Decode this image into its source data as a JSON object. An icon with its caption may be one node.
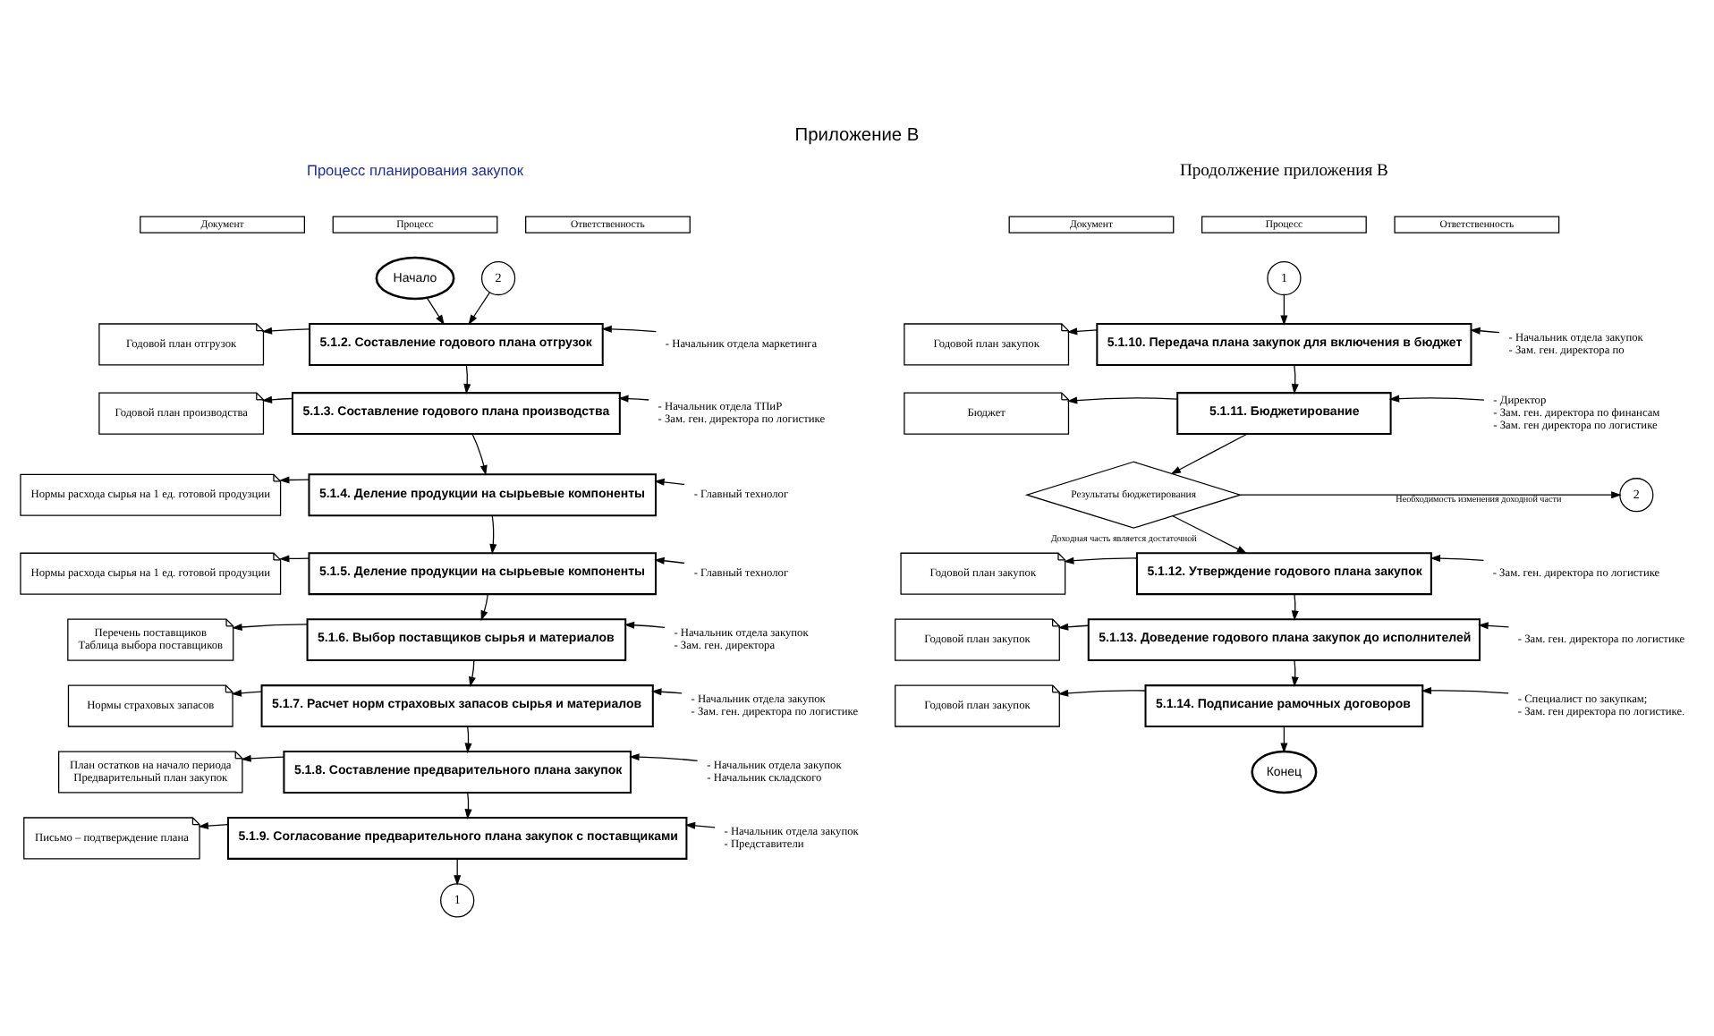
{
  "diagram": {
    "title": "Приложение В",
    "nodes": [
      {
        "text": [
          "Начало"
        ]
      },
      {
        "text": [
          "2"
        ]
      },
      {
        "text": [
          "Годовой план отгрузок"
        ]
      },
      {
        "text": [
          "5.1.2. Составление годового плана отгрузок"
        ]
      },
      {
        "text": [
          "- Начальник отдела маркетинга"
        ]
      },
      {
        "text": [
          "Годовой план производства"
        ]
      },
      {
        "text": [
          "5.1.3. Составление годового плана производства"
        ]
      },
      {
        "text": [
          "- Начальник отдела ТПиР",
          "- Зам. ген. директора по логистике"
        ]
      },
      {
        "text": [
          "Нормы расхода сырья на 1 ед. готовой продузции"
        ]
      },
      {
        "text": [
          "5.1.4. Деление продукции на сырьевые компоненты"
        ]
      },
      {
        "text": [
          "- Главный технолог"
        ]
      },
      {
        "text": [
          "Нормы расхода сырья на 1 ед. готовой продузции"
        ]
      },
      {
        "text": [
          "5.1.5. Деление продукции на сырьевые компоненты"
        ]
      },
      {
        "text": [
          "- Главный технолог"
        ]
      },
      {
        "text": [
          "Перечень поставщиков",
          "Таблица выбора поставщиков"
        ]
      },
      {
        "text": [
          "5.1.6. Выбор поставщиков сырья и материалов"
        ]
      },
      {
        "text": [
          "- Начальник отдела закупок",
          "- Зам. ген. директора"
        ]
      },
      {
        "text": [
          "Нормы страховых запасов"
        ]
      },
      {
        "text": [
          "5.1.7. Расчет норм страховых запасов сырья и материалов"
        ]
      },
      {
        "text": [
          "- Начальник отдела закупок",
          "- Зам. ген. директора по логистике"
        ]
      },
      {
        "text": [
          "План остатков на начало периода",
          "Предварительный план закупок"
        ]
      },
      {
        "text": [
          "5.1.8. Составление предварительного плана закупок"
        ]
      },
      {
        "text": [
          "- Начальник отдела закупок",
          "- Начальник складского"
        ]
      },
      {
        "text": [
          "Письмо – подтверждение плана"
        ]
      },
      {
        "text": [
          "5.1.9. Согласование предварительного плана закупок с поставщиками"
        ]
      },
      {
        "text": [
          "- Начальник отдела закупок",
          "- Представители"
        ]
      },
      {
        "text": [
          "1"
        ]
      },
      {
        "text": [
          "1"
        ]
      },
      {
        "text": [
          "Годовой план закупок"
        ]
      },
      {
        "text": [
          "5.1.10. Передача плана закупок для включения в бюджет"
        ]
      },
      {
        "text": [
          "- Начальник отдела закупок",
          "- Зам. ген. директора по"
        ]
      },
      {
        "text": [
          "Бюджет"
        ]
      },
      {
        "text": [
          "5.1.11. Бюджетирование"
        ]
      },
      {
        "text": [
          "- Директор",
          "- Зам. ген. директора по финансам",
          "- Зам. ген директора по логистике"
        ]
      },
      {
        "text": [
          "Результаты бюджетирования"
        ]
      },
      {
        "text": [
          "2"
        ]
      },
      {
        "text": [
          "Годовой план закупок"
        ]
      },
      {
        "text": [
          "5.1.12. Утверждение годового плана закупок"
        ]
      },
      {
        "text": [
          "- Зам. ген. директора по логистике"
        ]
      },
      {
        "text": [
          "Годовой план закупок"
        ]
      },
      {
        "text": [
          "5.1.13. Доведение годового плана закупок до исполнителей"
        ]
      },
      {
        "text": [
          "- Зам. ген. директора по логистике"
        ]
      },
      {
        "text": [
          "Годовой план закупок"
        ]
      },
      {
        "text": [
          "5.1.14. Подписание рамочных договоров"
        ]
      },
      {
        "text": [
          "- Специалист по закупкам;",
          "- Зам. ген директора по логистике."
        ]
      },
      {
        "text": [
          "Конец"
        ]
      }
    ],
    "edges": [
      {
        "from": 0,
        "to": 3,
        "arrow": "to"
      },
      {
        "from": 1,
        "to": 3,
        "arrow": "to"
      },
      {
        "from": 3,
        "to": 2,
        "arrow": "to"
      },
      {
        "from": 4,
        "to": 3,
        "arrow": "to"
      },
      {
        "from": 3,
        "to": 6,
        "arrow": "to"
      },
      {
        "from": 6,
        "to": 5,
        "arrow": "to"
      },
      {
        "from": 7,
        "to": 6,
        "arrow": "to"
      },
      {
        "from": 6,
        "to": 9,
        "arrow": "to"
      },
      {
        "from": 9,
        "to": 8,
        "arrow": "to"
      },
      {
        "from": 10,
        "to": 9,
        "arrow": "to"
      },
      {
        "from": 9,
        "to": 12,
        "arrow": "to"
      },
      {
        "from": 12,
        "to": 11,
        "arrow": "to"
      },
      {
        "from": 13,
        "to": 12,
        "arrow": "to"
      },
      {
        "from": 12,
        "to": 15,
        "arrow": "to"
      },
      {
        "from": 15,
        "to": 14,
        "arrow": "to"
      },
      {
        "from": 16,
        "to": 15,
        "arrow": "to"
      },
      {
        "from": 15,
        "to": 18,
        "arrow": "to"
      },
      {
        "from": 18,
        "to": 17,
        "arrow": "to"
      },
      {
        "from": 19,
        "to": 18,
        "arrow": "to"
      },
      {
        "from": 18,
        "to": 21,
        "arrow": "to"
      },
      {
        "from": 21,
        "to": 20,
        "arrow": "to"
      },
      {
        "from": 22,
        "to": 21,
        "arrow": "to"
      },
      {
        "from": 21,
        "to": 24,
        "arrow": "to"
      },
      {
        "from": 24,
        "to": 23,
        "arrow": "to"
      },
      {
        "from": 25,
        "to": 24,
        "arrow": "to"
      },
      {
        "from": 24,
        "to": 26,
        "arrow": "to"
      },
      {
        "from": 27,
        "to": 29,
        "arrow": "to"
      },
      {
        "from": 29,
        "to": 28,
        "arrow": "to"
      },
      {
        "from": 30,
        "to": 29,
        "arrow": "to"
      },
      {
        "from": 29,
        "to": 32,
        "arrow": "to"
      },
      {
        "from": 32,
        "to": 31,
        "arrow": "to"
      },
      {
        "from": 33,
        "to": 32,
        "arrow": "to"
      },
      {
        "from": 32,
        "to": 34,
        "arrow": "to"
      },
      {
        "from": 34,
        "to": 35,
        "arrow": "to",
        "label": "Необходимость изменения доходной части"
      },
      {
        "from": 34,
        "to": 37,
        "arrow": "to",
        "label": "Доходная часть является достаточной"
      },
      {
        "from": 37,
        "to": 36,
        "arrow": "to"
      },
      {
        "from": 38,
        "to": 37,
        "arrow": "to"
      },
      {
        "from": 37,
        "to": 40,
        "arrow": "to"
      },
      {
        "from": 40,
        "to": 39,
        "arrow": "to"
      },
      {
        "from": 41,
        "to": 40,
        "arrow": "to"
      },
      {
        "from": 40,
        "to": 43,
        "arrow": "to"
      },
      {
        "from": 43,
        "to": 42,
        "arrow": "to"
      },
      {
        "from": 44,
        "to": 43,
        "arrow": "to"
      },
      {
        "from": 43,
        "to": 45,
        "arrow": "to"
      }
    ],
    "labels": [
      "Процесс планирования закупок",
      "Документ",
      "Процесс",
      "Ответственность",
      "Продолжение приложения В",
      "Документ",
      "Процесс",
      "Ответственность"
    ]
  }
}
